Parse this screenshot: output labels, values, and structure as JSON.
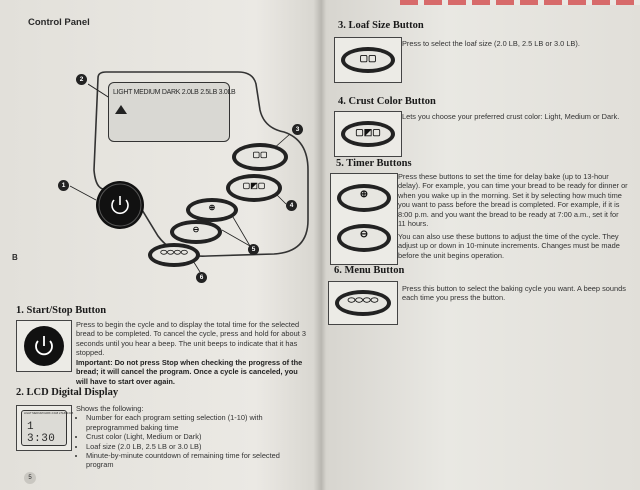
{
  "left": {
    "control_panel_title": "Control Panel",
    "lcd_readout": "LIGHT MEDIUM DARK  2.0LB 2.5LB 3.0LB",
    "callouts": [
      "1",
      "2",
      "3",
      "4",
      "5",
      "6"
    ],
    "figure_letter": "B",
    "sec1": {
      "heading": "1. Start/Stop Button",
      "text": "Press to begin the cycle and to display the total time for the selected bread to be completed. To cancel the cycle, press and hold for about 3 seconds until you hear a beep. The unit beeps to indicate that it has stopped.",
      "important": "Important: Do not press Stop when checking the progress of the bread; it will cancel the program. Once a cycle is canceled, you will have to start over again."
    },
    "sec2": {
      "heading": "2. LCD Digital Display",
      "intro": "Shows the following:",
      "bullets": [
        "Number for each program setting selection (1-10) with preprogrammed baking time",
        "Crust color (Light, Medium or Dark)",
        "Loaf size (2.0 LB, 2.5 LB or 3.0 LB)",
        "Minute-by-minute countdown of remaining time for selected program"
      ],
      "lcd_time": "1 3:30",
      "lcd_label": "LIGHT MEDIUM DARK 2.0LB 2.5LB 3.0LB"
    },
    "page_number": "5"
  },
  "right": {
    "sec3": {
      "heading": "3. Loaf Size Button",
      "text": "Press to select the loaf size (2.0 LB, 2.5 LB or 3.0 LB)."
    },
    "sec4": {
      "heading": "4. Crust Color Button",
      "text": "Lets you choose your preferred crust color: Light, Medium or Dark."
    },
    "sec5": {
      "heading": "5. Timer Buttons",
      "text": "Press these buttons to set the time for delay bake (up to 13-hour delay). For example, you can time your bread to be ready for dinner or when you wake up in the morning. Set it by selecting how much time you want to pass before the bread is completed. For example, if it is 8:00 p.m. and you want the bread to be ready at 7:00 a.m., set it for 11 hours.",
      "text2": "You can also use these buttons to adjust the time of the cycle. They adjust up or down in 10-minute increments. Changes must be made before the unit begins operation."
    },
    "sec6": {
      "heading": "6. Menu Button",
      "text": "Press this button to select the baking cycle you want. A beep sounds each time you press the button."
    }
  }
}
